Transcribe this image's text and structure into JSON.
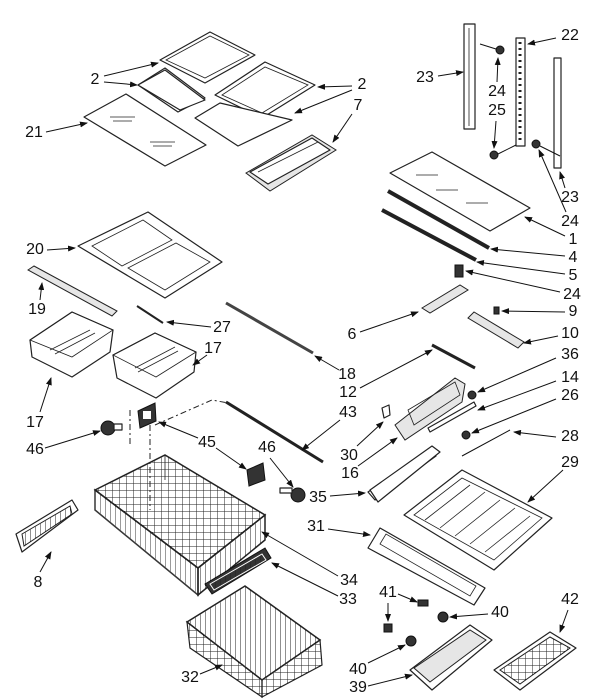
{
  "diagram": {
    "type": "exploded parts diagram",
    "line_color": "#222222",
    "callouts": [
      "2",
      "2",
      "21",
      "7",
      "23",
      "24",
      "22",
      "25",
      "23",
      "24",
      "1",
      "4",
      "5",
      "24",
      "9",
      "10",
      "20",
      "19",
      "27",
      "6",
      "17",
      "17",
      "18",
      "12",
      "36",
      "14",
      "26",
      "43",
      "30",
      "16",
      "28",
      "46",
      "45",
      "46",
      "35",
      "29",
      "31",
      "8",
      "34",
      "33",
      "32",
      "41",
      "40",
      "40",
      "39",
      "42"
    ]
  }
}
